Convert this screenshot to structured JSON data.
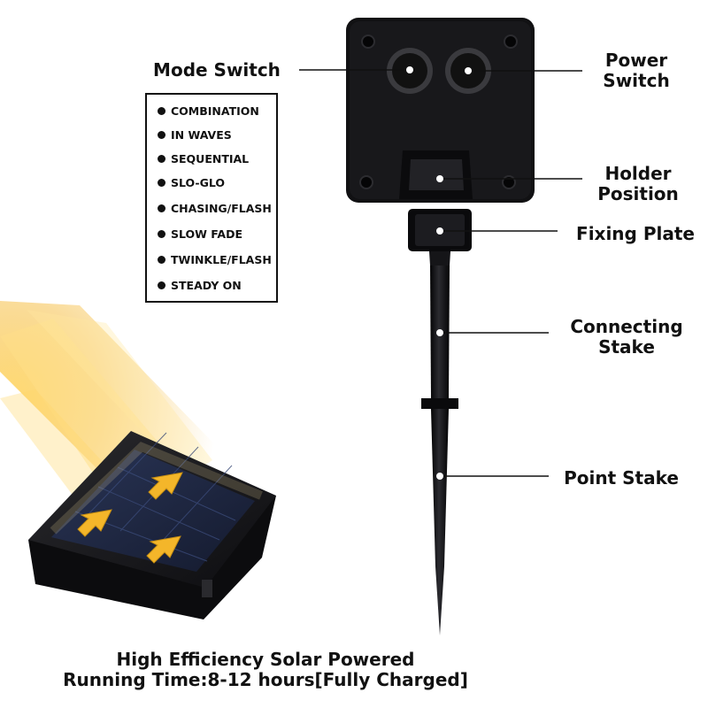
{
  "labels": {
    "mode_switch": "Mode Switch",
    "power_switch": "Power\nSwitch",
    "holder_position": "Holder\nPosition",
    "fixing_plate": "Fixing Plate",
    "connecting_stake": "Connecting\nStake",
    "point_stake": "Point Stake"
  },
  "modes": [
    "COMBINATION",
    "IN WAVES",
    "SEQUENTIAL",
    "SLO-GLO",
    "CHASING/FLASH",
    "SLOW FADE",
    "TWINKLE/FLASH",
    "STEADY ON"
  ],
  "caption": {
    "line1": "High Efficiency Solar Powered",
    "line2": "Running Time:8-12 hours[Fully Charged]"
  },
  "colors": {
    "device": "#101012",
    "sunlight": "#f6c04a",
    "arrow": "#f4b62a",
    "panel": "#1d2742"
  },
  "icons": [
    "sun-rays-icon",
    "arrow-down-right-icon",
    "screw-icon",
    "switch-button-icon"
  ]
}
